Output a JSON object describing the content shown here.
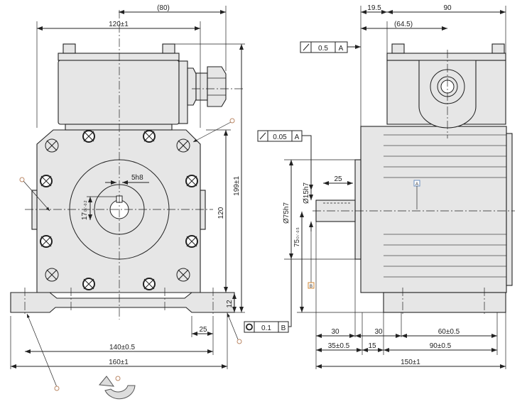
{
  "front_view": {
    "dims": {
      "overhang": "(80)",
      "width_top": "120±1",
      "height_total": "199±1",
      "height_body": "120",
      "base_height": "12",
      "foot_width": "25",
      "hole_spacing": "140±0.5",
      "base_width": "160±1",
      "key_width": "5h8",
      "shaft_height": "17"
    },
    "shaft_height_tol": "0 / -0.2"
  },
  "side_view": {
    "dims": {
      "offset": "19.5",
      "depth": "90",
      "box_offset": "(64.5)",
      "pilot_dia": "Ø75h7",
      "shaft_dia": "Ø15h7",
      "center_height": "75",
      "center_height_tol": "0 / -0.5",
      "key_length": "25",
      "shaft_len": "30",
      "flange_gap": "30",
      "foot_holes": "60±0.5",
      "shaft_to_base": "35±0.5",
      "base_offset": "15",
      "base_holes": "90±0.5",
      "overall_len": "150±1"
    },
    "tolerance_frames": [
      {
        "symbol": "runout",
        "value": "0.5",
        "datum": "A"
      },
      {
        "symbol": "runout",
        "value": "0.05",
        "datum": "A"
      },
      {
        "symbol": "concentricity",
        "value": "0.1",
        "datum": "B"
      }
    ],
    "datums": [
      "A",
      "B"
    ]
  }
}
